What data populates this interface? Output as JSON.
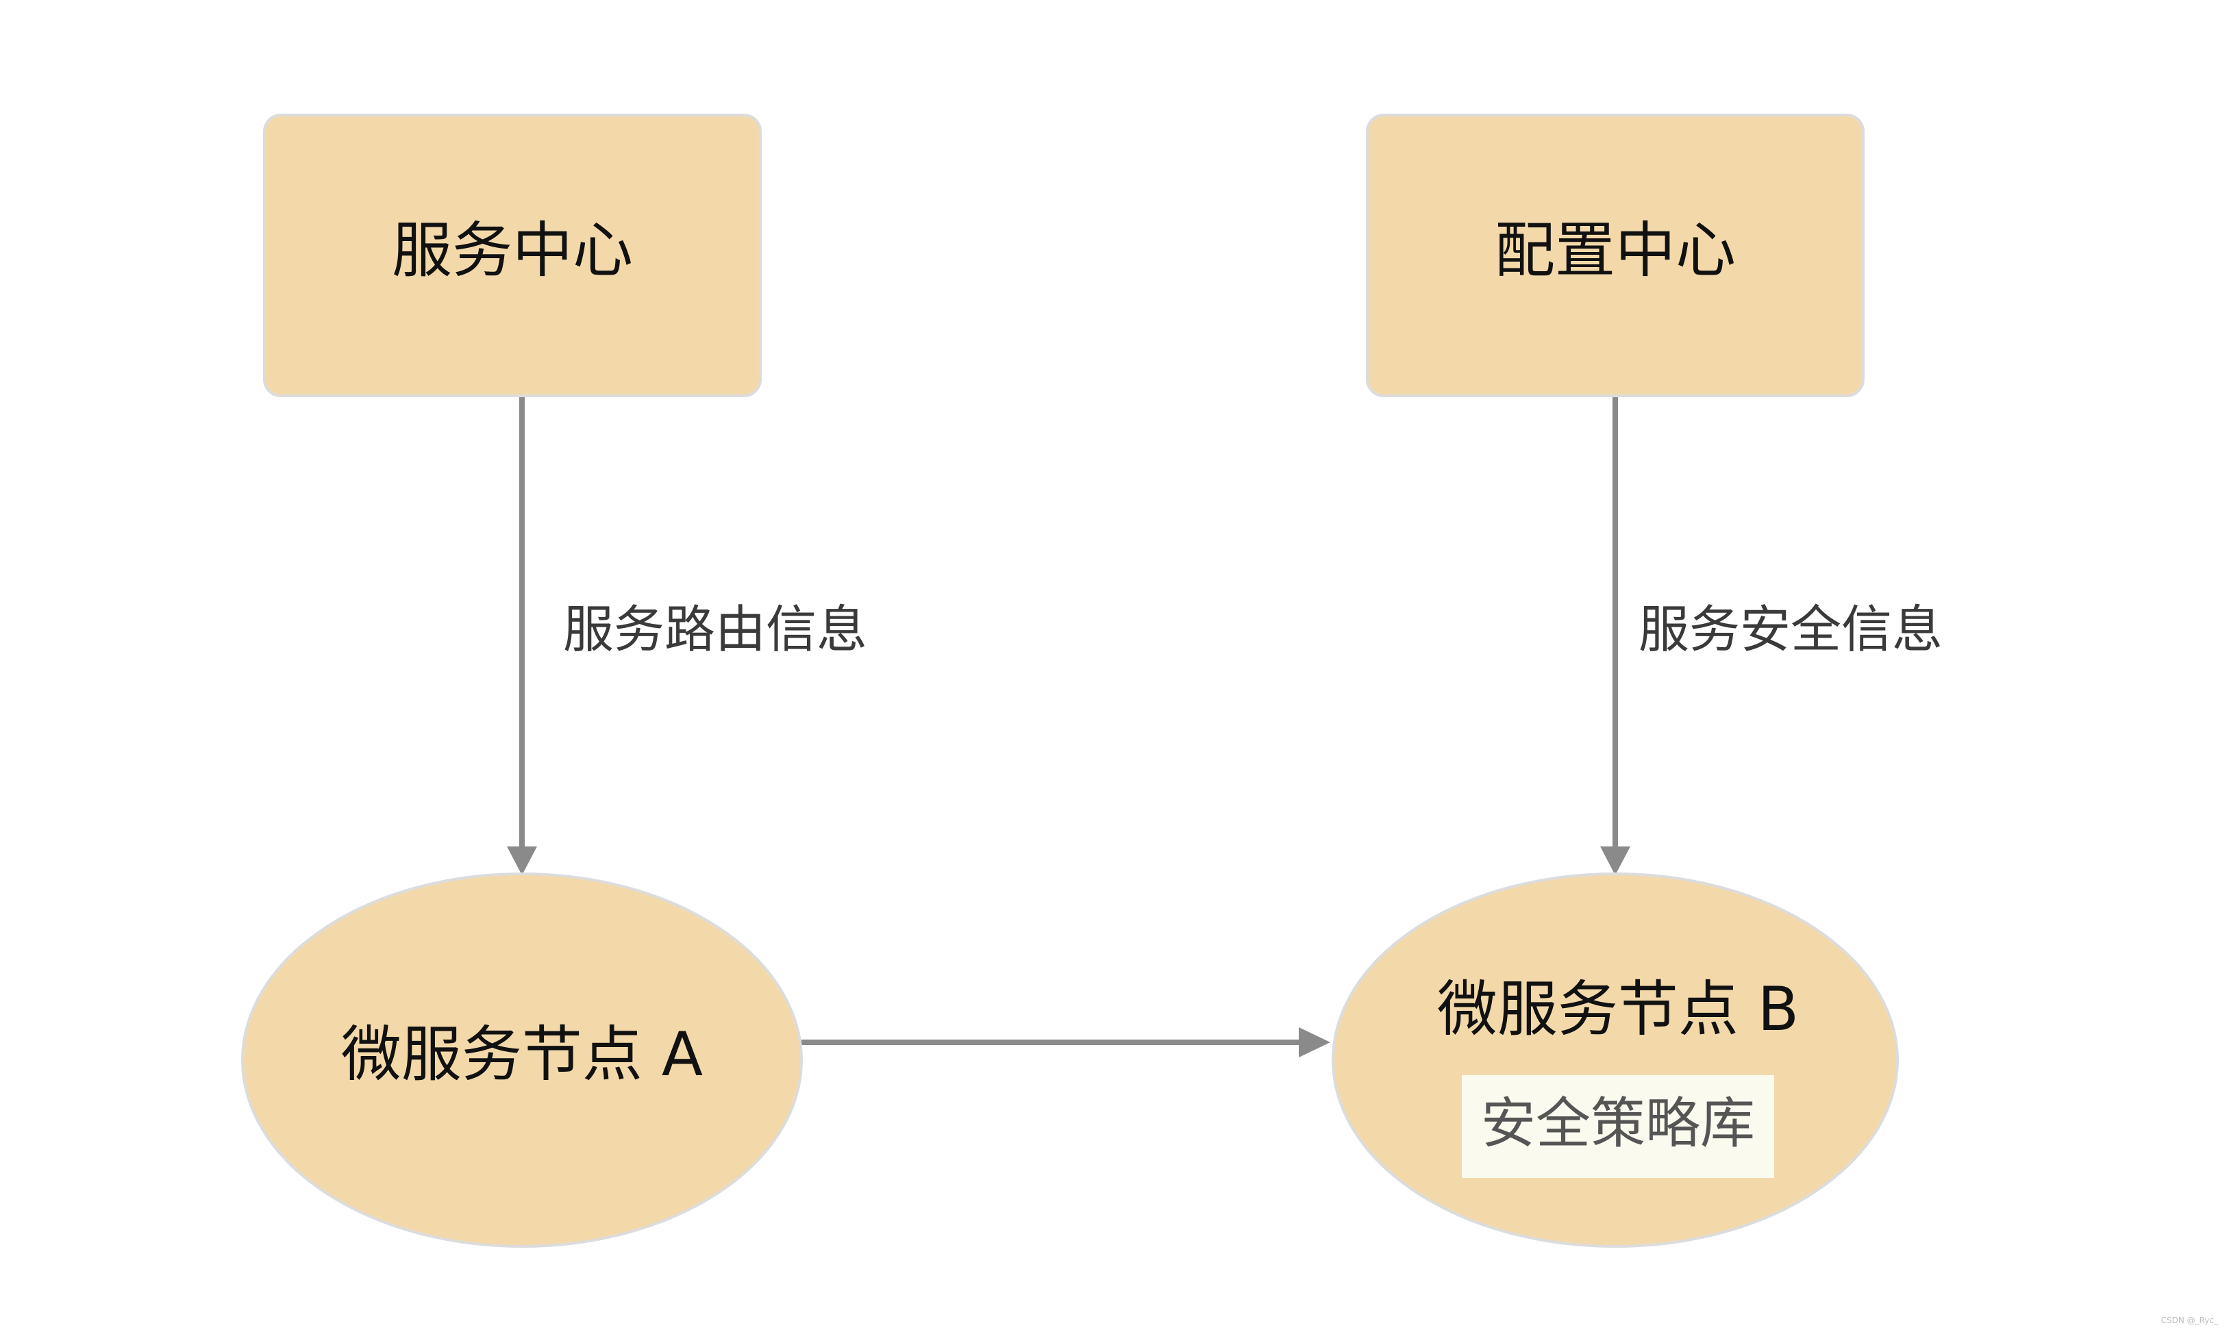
{
  "colors": {
    "node_fill": "#f3d9aa",
    "node_stroke": "#dcdcdc",
    "edge": "#8a8a8a",
    "inner_box_fill": "#fafaef",
    "background": "#ffffff"
  },
  "nodes": {
    "service_center": {
      "label": "服务中心",
      "shape": "rounded-rectangle"
    },
    "config_center": {
      "label": "配置中心",
      "shape": "rounded-rectangle"
    },
    "node_a": {
      "label": "微服务节点 A",
      "shape": "ellipse"
    },
    "node_b": {
      "label": "微服务节点 B",
      "shape": "ellipse",
      "inner_box_label": "安全策略库"
    }
  },
  "edges": {
    "routing": {
      "from": "服务中心",
      "to": "微服务节点 A",
      "label": "服务路由信息"
    },
    "security": {
      "from": "配置中心",
      "to": "微服务节点 B",
      "label": "服务安全信息"
    },
    "a_to_b": {
      "from": "微服务节点 A",
      "to": "微服务节点 B",
      "label": ""
    }
  },
  "watermark": "CSDN @_Ryc_"
}
